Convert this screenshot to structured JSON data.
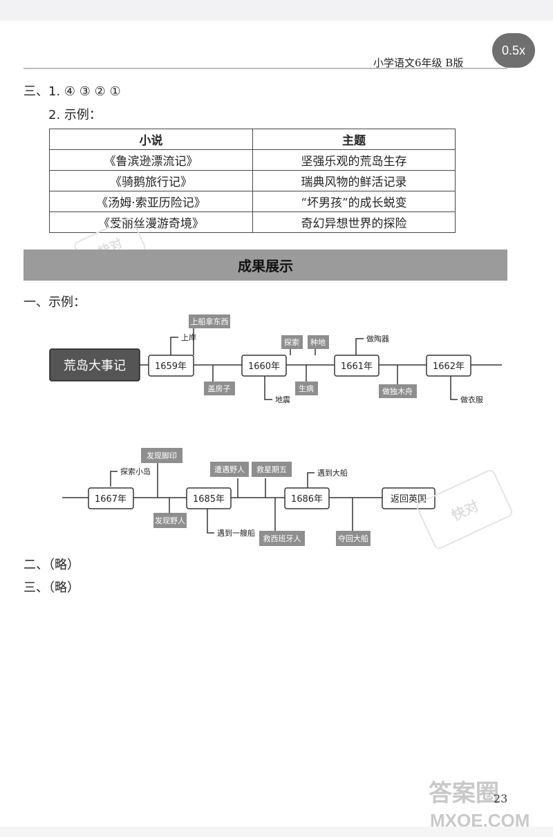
{
  "header": {
    "book_title": "小学语文6年级 B版",
    "speed": "0.5x"
  },
  "section3": {
    "q1": "三、1. ④  ③  ②  ①",
    "q2": "2. 示例：",
    "table": {
      "headers": [
        "小说",
        "主题"
      ],
      "rows": [
        [
          "《鲁滨逊漂流记》",
          "坚强乐观的荒岛生存"
        ],
        [
          "《骑鹅旅行记》",
          "瑞典风物的鲜活记录"
        ],
        [
          "《汤姆·索亚历险记》",
          "“坏男孩”的成长蜕变"
        ],
        [
          "《爱丽丝漫游奇境》",
          "奇幻异想世界的探险"
        ]
      ]
    }
  },
  "results": {
    "banner": "成果展示",
    "part1_label": "一、示例：",
    "title_box": "荒岛大事记",
    "years_row1": [
      "1659年",
      "1660年",
      "1661年",
      "1662年"
    ],
    "years_row2": [
      "1667年",
      "1685年",
      "1686年"
    ],
    "end_box": "返回英国",
    "events": {
      "shang_an": "上岸",
      "shang_chuan": "上船拿东西",
      "gai_fangzi": "盖房子",
      "tansuo": "探索",
      "zhong_di": "种地",
      "di_zhen": "地震",
      "sheng_bing": "生病",
      "zuo_taoqi": "做陶器",
      "zuo_dumuzhou": "做独木舟",
      "zuo_yifu": "做衣服",
      "tansuo_xiaodao": "探索小岛",
      "faxian_jiaoyin": "发现脚印",
      "faxian_yeren": "发现野人",
      "yudao_yeren": "遭遇野人",
      "jiu_xingqiwu": "救星期五",
      "yudao_yisouchuan": "遇到一艘船",
      "jiu_xibanyaren": "救西班牙人",
      "yudao_dachuan": "遇到大船",
      "duohui_dachuan": "夺回大船"
    },
    "part2": "二、（略）",
    "part3": "三、（略）"
  },
  "watermark": {
    "logo_text": "答案圈",
    "url": "MXQE.COM",
    "stamp": "快对"
  },
  "page_number": "23",
  "colors": {
    "tag_gray": "#8e8e8e",
    "banner_gray": "#9b9b9b",
    "title_box": "#555555"
  }
}
